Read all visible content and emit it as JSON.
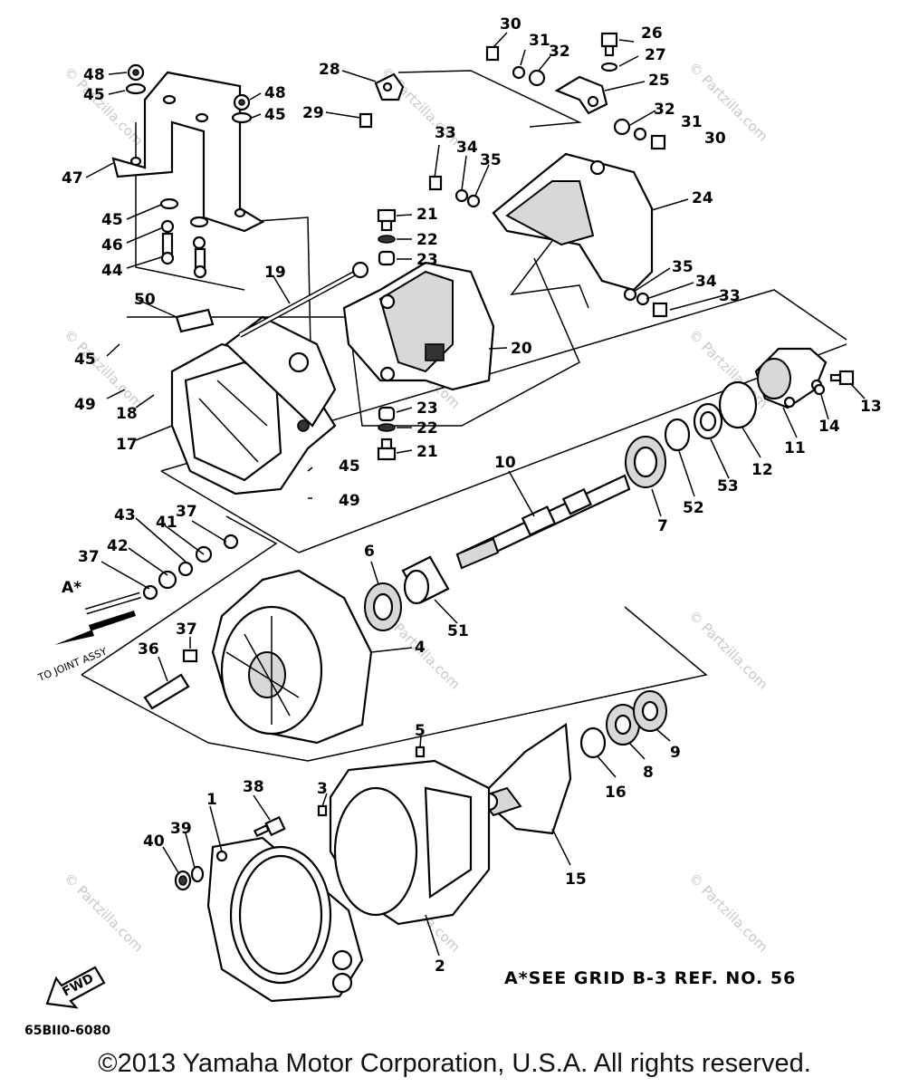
{
  "callouts": [
    "1",
    "2",
    "3",
    "4",
    "5",
    "6",
    "7",
    "8",
    "9",
    "10",
    "11",
    "12",
    "13",
    "14",
    "15",
    "16",
    "17",
    "18",
    "19",
    "20",
    "21",
    "22",
    "23",
    "24",
    "25",
    "26",
    "27",
    "28",
    "29",
    "30",
    "31",
    "32",
    "33",
    "34",
    "35",
    "36",
    "37",
    "38",
    "39",
    "40",
    "41",
    "42",
    "43",
    "44",
    "45",
    "46",
    "47",
    "48",
    "49",
    "50",
    "51",
    "52",
    "53"
  ],
  "callout_a": "A*",
  "to_joint_label": "TO JOINT ASSY",
  "fwd_label": "FWD",
  "note": "A*SEE GRID B-3 REF. NO. 56",
  "drawing_code": "65BII0-6080",
  "watermark": "© Partzilla.com",
  "copyright": "©2013 Yamaha Motor Corporation, U.S.A. All rights reserved."
}
